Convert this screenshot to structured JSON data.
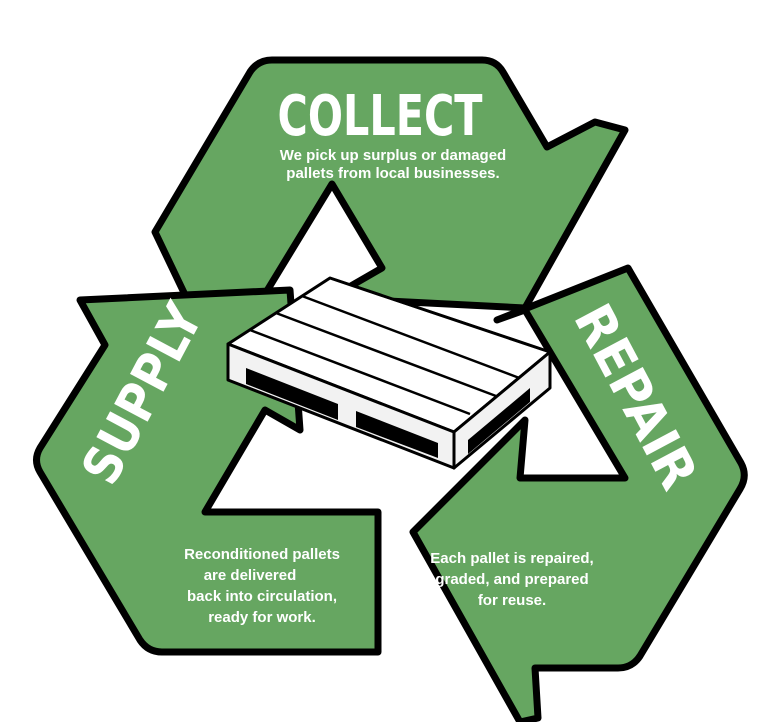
{
  "colors": {
    "arrow_fill": "#66a661",
    "outline": "#000000",
    "text": "#ffffff"
  },
  "collect": {
    "title": "COLLECT",
    "lines": [
      "We pick up surplus or damaged",
      "pallets from local businesses."
    ]
  },
  "repair": {
    "title": "REPAIR",
    "lines": [
      "Each pallet is repaired,",
      "graded, and prepared",
      "for reuse."
    ]
  },
  "supply": {
    "title": "SUPPLY",
    "lines": [
      "Reconditioned pallets",
      "are delivered",
      "back into circulation,",
      "ready for work."
    ]
  },
  "center_image": "pallet-icon"
}
